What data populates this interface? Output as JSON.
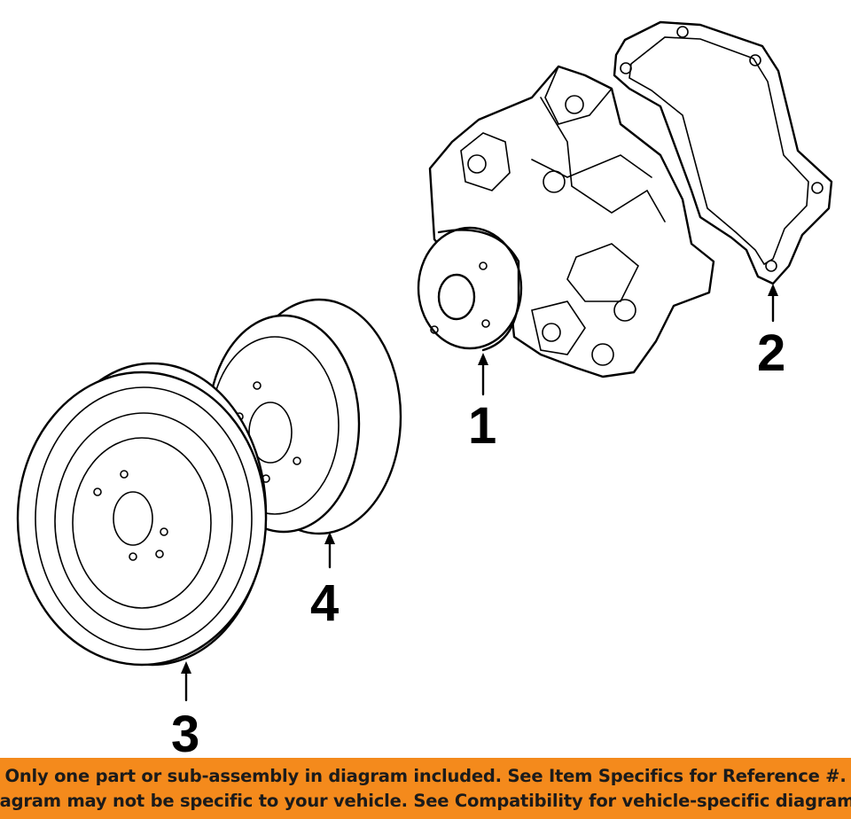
{
  "diagram": {
    "callouts": [
      {
        "id": "callout-1",
        "label": "1"
      },
      {
        "id": "callout-2",
        "label": "2"
      },
      {
        "id": "callout-3",
        "label": "3"
      },
      {
        "id": "callout-4",
        "label": "4"
      }
    ]
  },
  "banner": {
    "line1": "Only one part or sub-assembly in diagram included. See Item Specifics for Reference #.",
    "line2": "Diagram may not be specific to your vehicle. See Compatibility for vehicle-specific diagrams."
  },
  "colors": {
    "banner_background": "#f48a1c",
    "banner_text": "#1b1b1b",
    "line_art": "#000000"
  }
}
